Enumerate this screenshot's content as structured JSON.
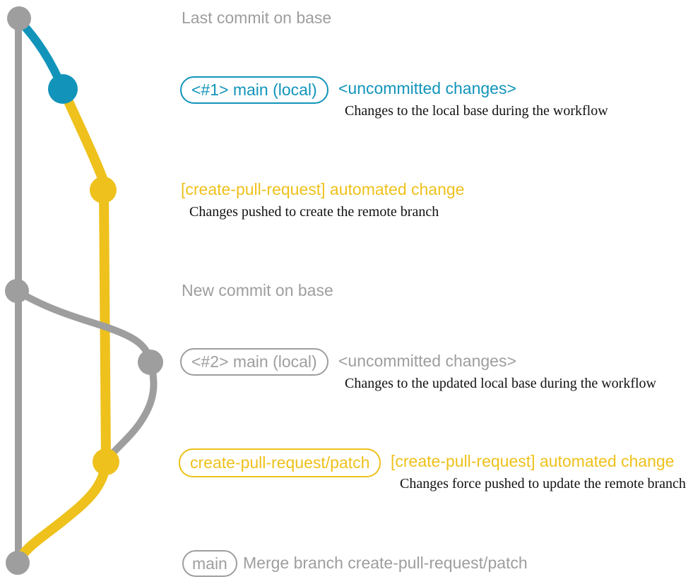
{
  "colors": {
    "gray": "#9e9e9e",
    "blue": "#1294ba",
    "yellow": "#eec11c",
    "ink": "#111111",
    "background": "#ffffff"
  },
  "graph": {
    "base_branch_color": "gray",
    "local_changes_color": "blue",
    "pull_request_branch_color": "yellow",
    "commit_count": 7
  },
  "annotations": {
    "last_commit_on_base": "Last commit on base",
    "pr1": {
      "branch_pill": "<#1> main (local)",
      "status": "<uncommitted changes>",
      "note": "Changes to the local base during the workflow"
    },
    "push1": {
      "title": "[create-pull-request] automated change",
      "note": "Changes pushed to create the remote branch"
    },
    "new_commit_on_base": "New commit on base",
    "pr2": {
      "branch_pill": "<#2> main (local)",
      "status": "<uncommitted changes>",
      "note": "Changes to the updated local base during the workflow"
    },
    "push2": {
      "branch_pill": "create-pull-request/patch",
      "title": "[create-pull-request] automated change",
      "note": "Changes force pushed to update the remote branch"
    },
    "merge": {
      "branch_pill": "main",
      "message": "Merge branch create-pull-request/patch"
    }
  }
}
